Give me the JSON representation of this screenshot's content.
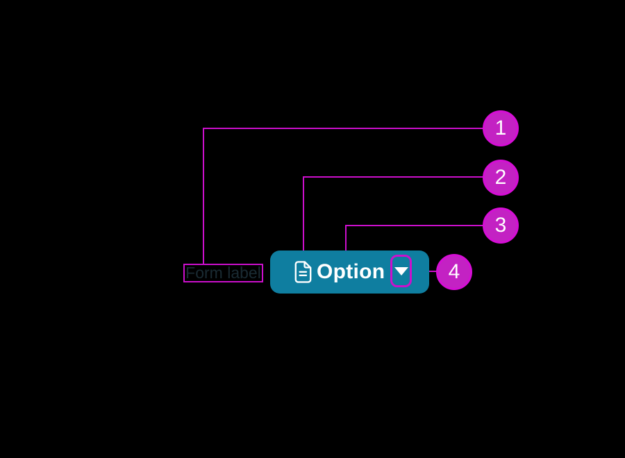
{
  "colors": {
    "background": "#000000",
    "annotation_magenta": "#cc0fcc",
    "callout_fill": "#c322c3",
    "callout_border": "#d60ed6",
    "button_background": "#0f7ea0",
    "button_text": "#ffffff",
    "form_label_text": "#1a2b33"
  },
  "component": {
    "form_label": "Form label",
    "button": {
      "label": "Option",
      "leading_icon": "document-icon",
      "trailing_icon": "dropdown-arrow-icon"
    }
  },
  "callouts": [
    {
      "number": "1",
      "points_to": "form-label"
    },
    {
      "number": "2",
      "points_to": "leading-icon"
    },
    {
      "number": "3",
      "points_to": "button-label"
    },
    {
      "number": "4",
      "points_to": "dropdown-arrow"
    }
  ]
}
